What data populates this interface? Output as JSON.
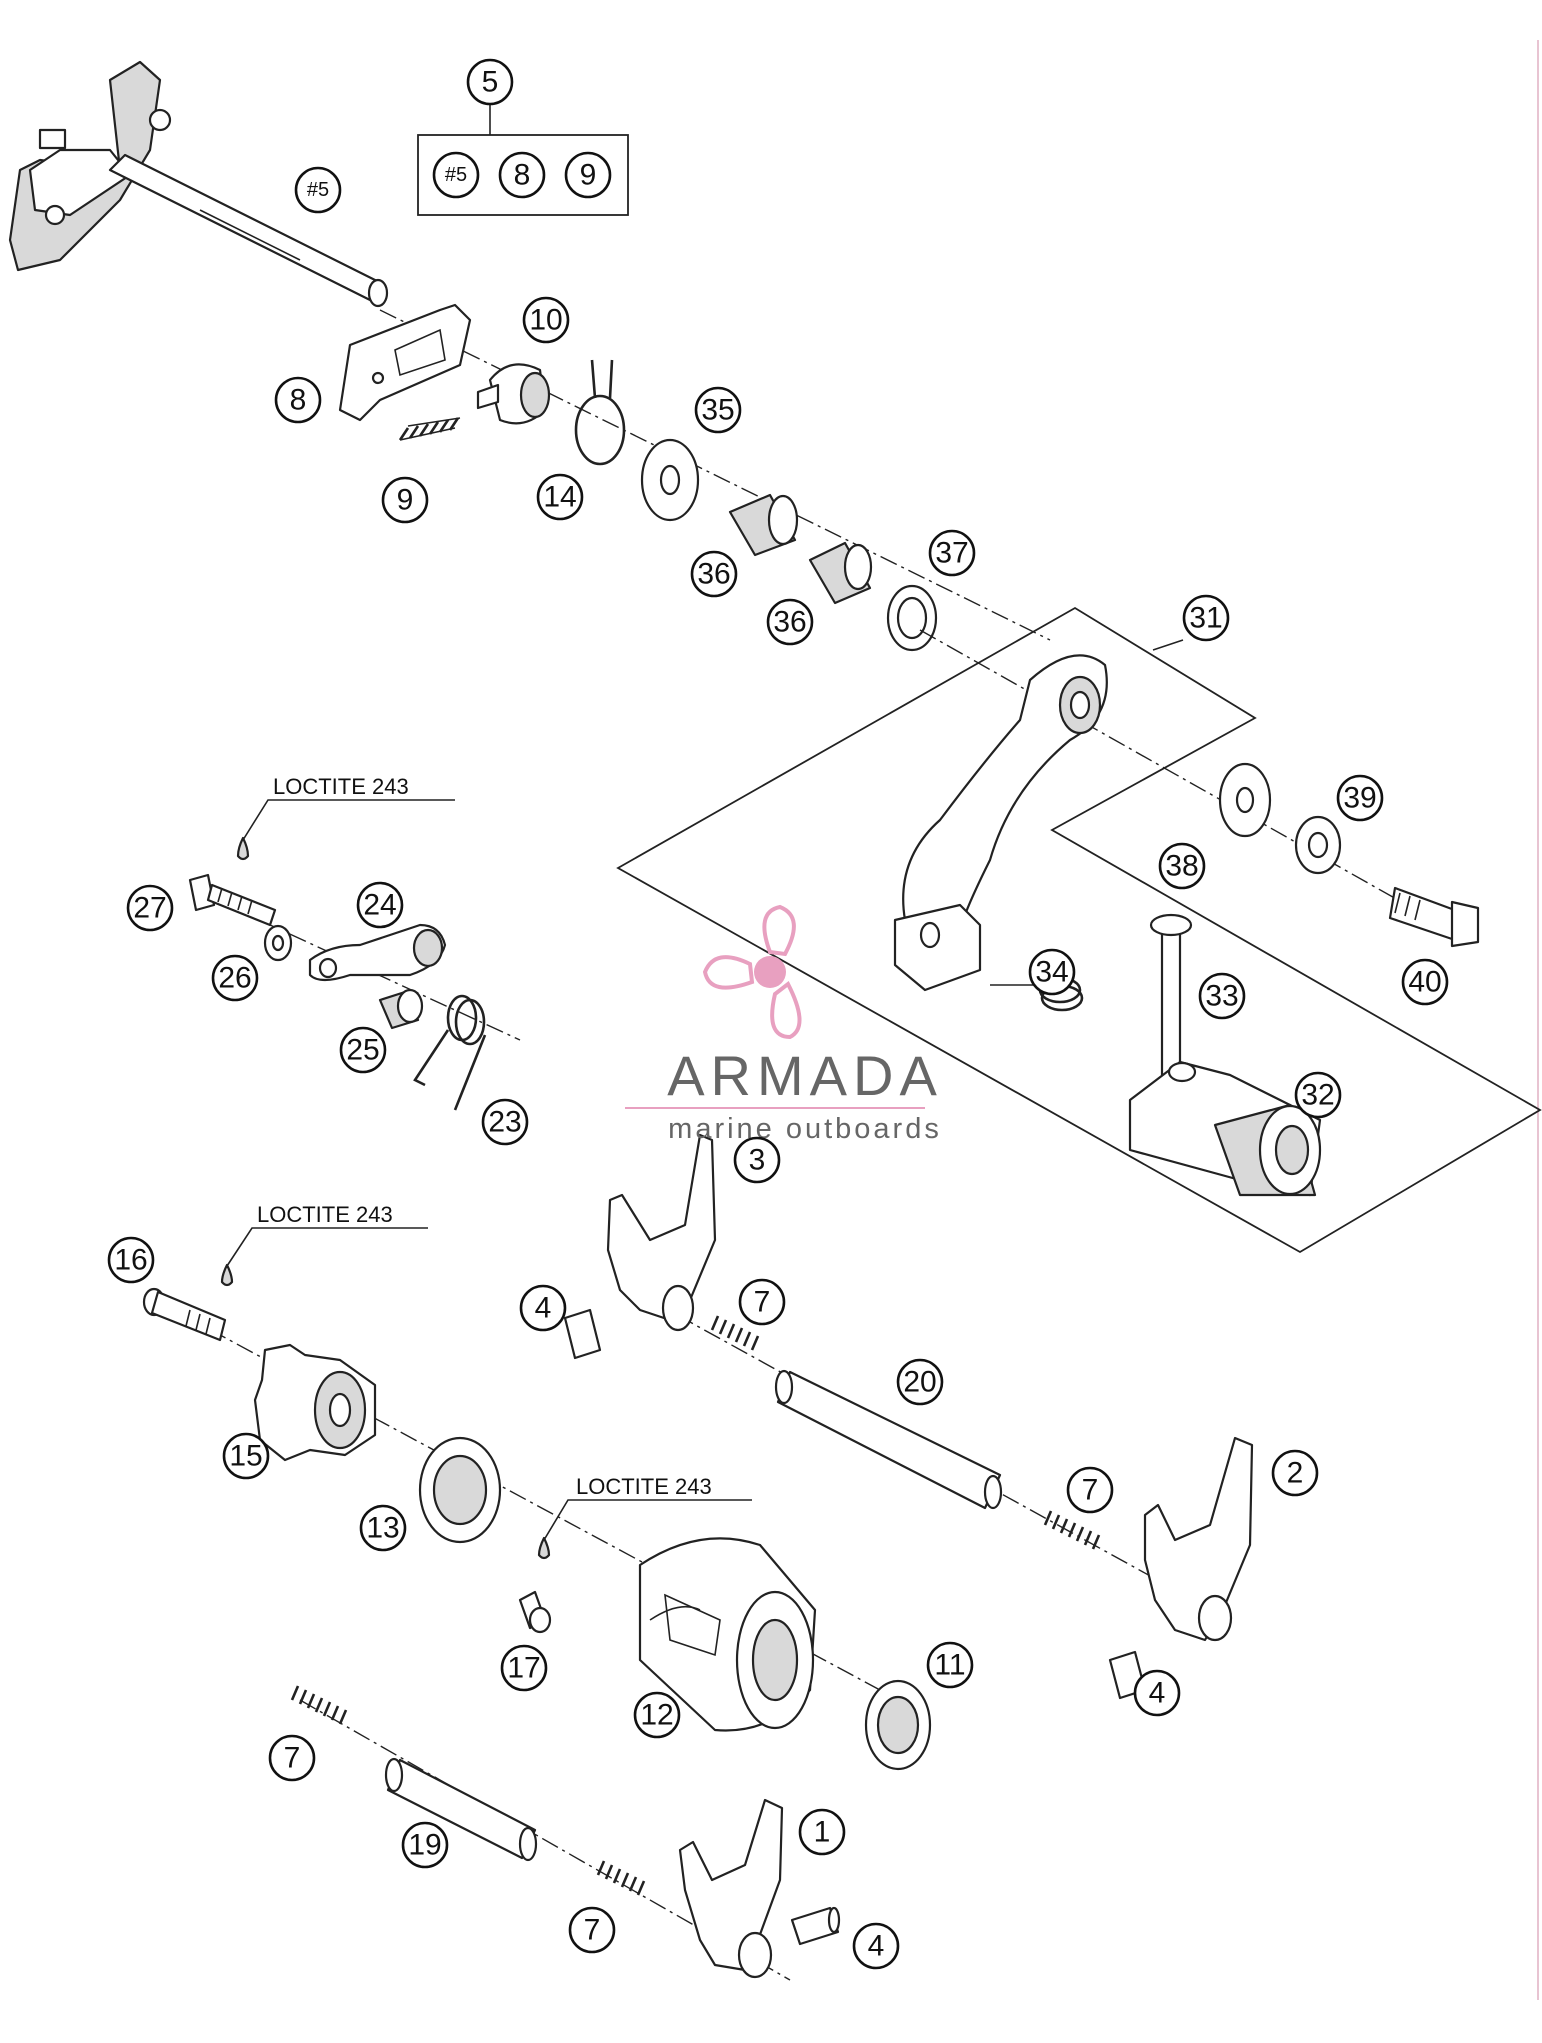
{
  "callouts": {
    "c1": "1",
    "c2": "2",
    "c3": "3",
    "c4a": "4",
    "c4b": "4",
    "c4c": "4",
    "c5": "5",
    "c5s": "#5",
    "c8b": "8",
    "c9b": "9",
    "c5a": "#5",
    "c7a": "7",
    "c7b": "7",
    "c7c": "7",
    "c7d": "7",
    "c8": "8",
    "c9": "9",
    "c10": "10",
    "c11": "11",
    "c12": "12",
    "c13": "13",
    "c14": "14",
    "c15": "15",
    "c16": "16",
    "c17": "17",
    "c19": "19",
    "c20": "20",
    "c23": "23",
    "c24": "24",
    "c25": "25",
    "c26": "26",
    "c27": "27",
    "c31": "31",
    "c32": "32",
    "c33": "33",
    "c34": "34",
    "c35": "35",
    "c36a": "36",
    "c36b": "36",
    "c37": "37",
    "c38": "38",
    "c39": "39",
    "c40": "40"
  },
  "loctite": {
    "label1": "LOCTITE 243",
    "label2": "LOCTITE 243",
    "label3": "LOCTITE 243"
  },
  "watermark": {
    "brand": "ARMADA",
    "tagline": "marine outboards",
    "color": "#e8a0c0"
  }
}
